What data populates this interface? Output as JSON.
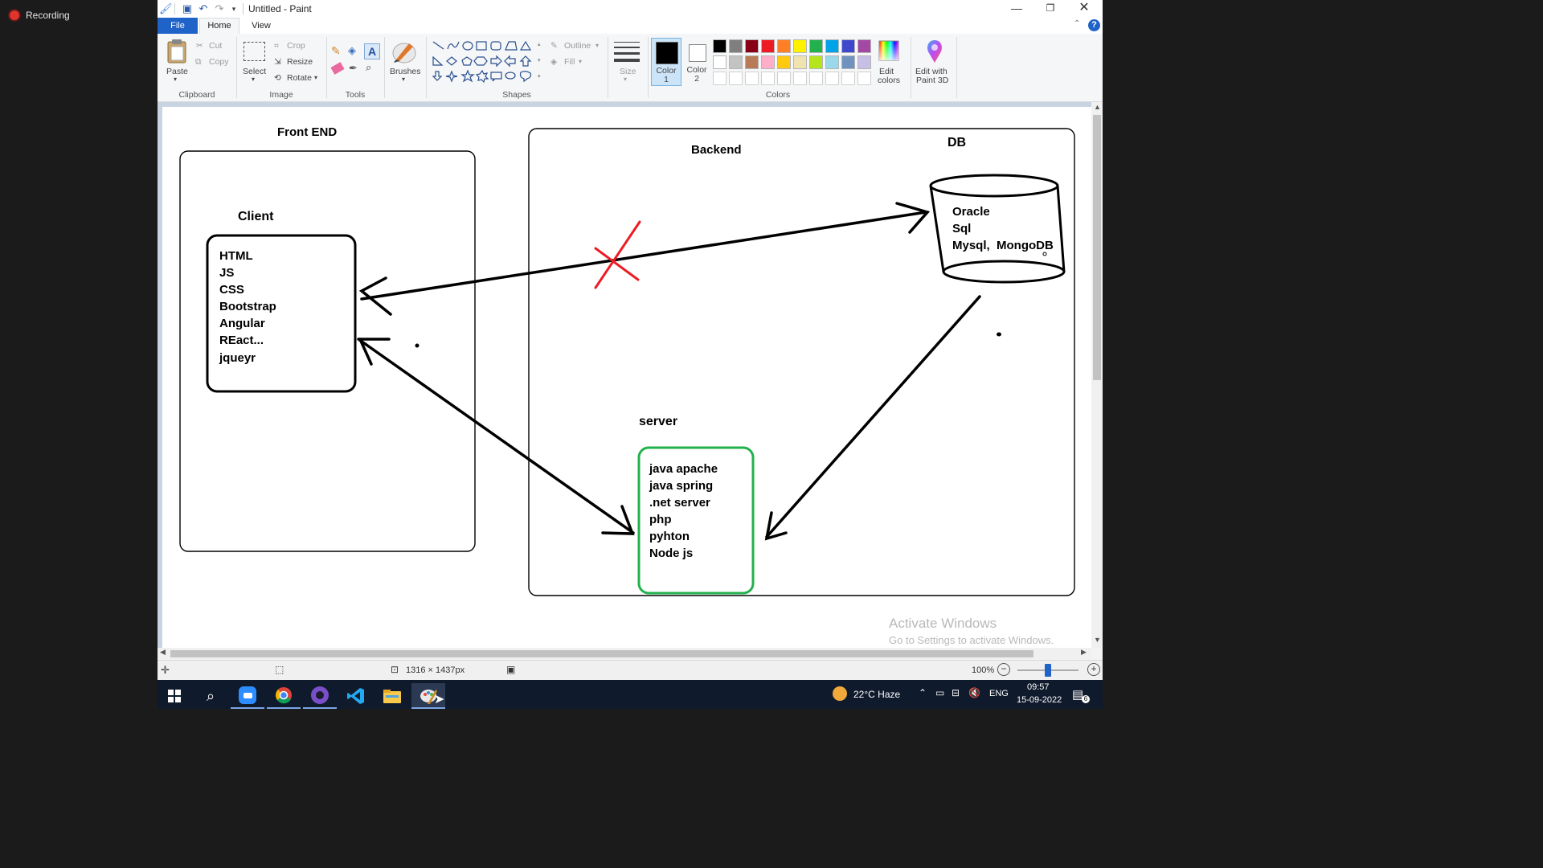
{
  "recording": {
    "label": "Recording"
  },
  "window": {
    "title": "Untitled - Paint",
    "tabs": {
      "file": "File",
      "home": "Home",
      "view": "View"
    },
    "help": "?"
  },
  "ribbon": {
    "clipboard": {
      "paste": "Paste",
      "cut": "Cut",
      "copy": "Copy",
      "group": "Clipboard"
    },
    "image": {
      "select": "Select",
      "crop": "Crop",
      "resize": "Resize",
      "rotate": "Rotate",
      "group": "Image"
    },
    "tools": {
      "group": "Tools"
    },
    "brushes": {
      "label": "Brushes"
    },
    "shapes": {
      "outline": "Outline",
      "fill": "Fill",
      "group": "Shapes"
    },
    "size": {
      "label": "Size"
    },
    "color1": {
      "label1": "Color",
      "label2": "1"
    },
    "color2": {
      "label1": "Color",
      "label2": "2"
    },
    "colors": {
      "group": "Colors",
      "row1": [
        "#000000",
        "#7f7f7f",
        "#880015",
        "#ed1c24",
        "#ff7f27",
        "#fff200",
        "#22b14c",
        "#00a2e8",
        "#3f48cc",
        "#a349a4"
      ],
      "row2": [
        "#ffffff",
        "#c3c3c3",
        "#b97a57",
        "#ffaec9",
        "#ffc90e",
        "#efe4b0",
        "#b5e61d",
        "#99d9ea",
        "#7092be",
        "#c8bfe7"
      ],
      "edit_line1": "Edit",
      "edit_line2": "colors"
    },
    "paint3d": {
      "line1": "Edit with",
      "line2": "Paint 3D"
    }
  },
  "drawing": {
    "front_end": "Front END",
    "client": "Client",
    "client_items": [
      "HTML",
      "JS",
      "CSS",
      "Bootstrap",
      "Angular",
      "REact...",
      "jqueyr"
    ],
    "backend": "Backend",
    "db": "DB",
    "db_items": [
      "Oracle",
      "Sql",
      "Mysql,  MongoDB"
    ],
    "server": "server",
    "server_items": [
      "java apache",
      "java spring",
      ".net server",
      "php",
      "pyhton",
      "Node js"
    ],
    "colors": {
      "server_box": "#22b14c",
      "cross": "#ed1c24"
    }
  },
  "watermark": {
    "line1": "Activate Windows",
    "line2": "Go to Settings to activate Windows."
  },
  "status": {
    "dimensions": "1316 × 1437px",
    "zoom": "100%"
  },
  "taskbar": {
    "weather": "22°C  Haze",
    "lang": "ENG",
    "time": "09:57",
    "date": "15-09-2022",
    "notifications": "6"
  }
}
